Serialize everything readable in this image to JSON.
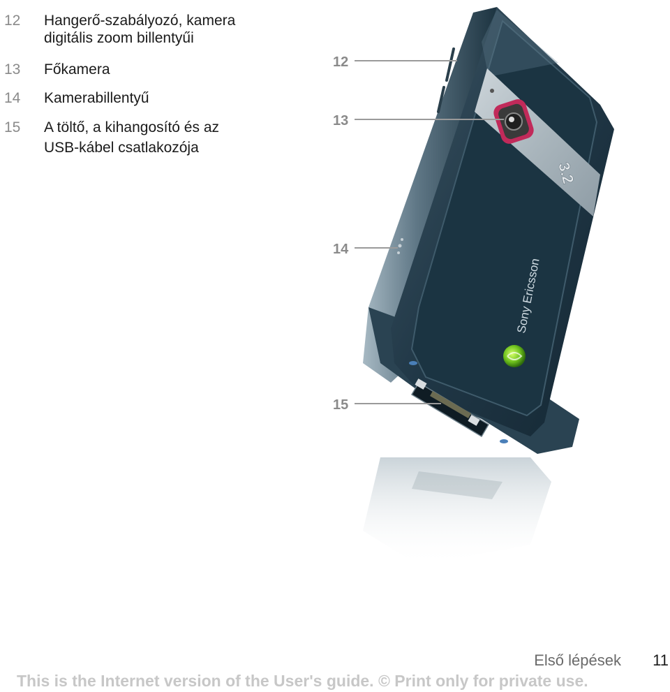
{
  "legend": [
    {
      "num": "12",
      "lines": [
        "Hangerő-szabályozó, kamera",
        "digitális zoom billentyűi"
      ]
    },
    {
      "num": "13",
      "lines": [
        "Főkamera"
      ]
    },
    {
      "num": "14",
      "lines": [
        "Kamerabillentyű"
      ]
    },
    {
      "num": "15",
      "lines": [
        "A töltő, a kihangosító és az",
        "USB-kábel csatlakozója"
      ]
    }
  ],
  "callouts": {
    "c12": "12",
    "c13": "13",
    "c14": "14",
    "c15": "15"
  },
  "phone": {
    "brand": "Sony Ericsson",
    "badge": "3.2"
  },
  "footer": {
    "section": "Első lépések",
    "page": "11",
    "notice": "This is the Internet version of the User's guide. © Print only for private use."
  }
}
